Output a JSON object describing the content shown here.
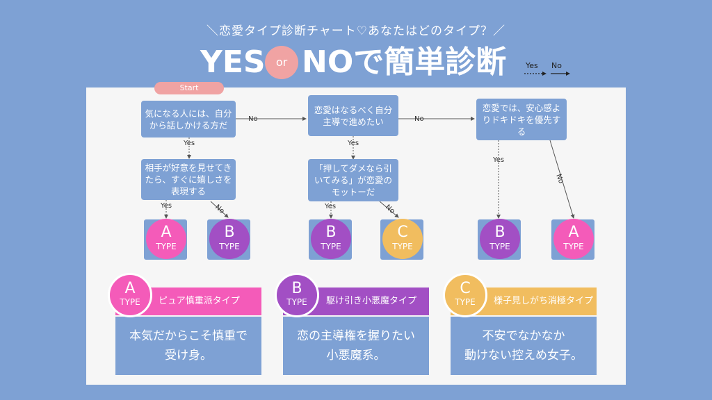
{
  "header": {
    "subtitle": "＼恋愛タイプ診断チャート♡あなたはどのタイプ？／",
    "title_yes": "YES",
    "title_or": "or",
    "title_rest": "NOで簡単診断"
  },
  "legend": {
    "yes": "Yes",
    "no": "No"
  },
  "start_label": "Start",
  "questions": {
    "q1": "気になる人には、自分から話しかける方だ",
    "q2": "相手が好意を見せてきたら、すぐに嬉しさを表現する",
    "q3": "恋愛はなるべく自分主導で進めたい",
    "q4": "「押してダメなら引いてみる」が恋愛のモットーだ",
    "q5": "恋愛では、安心感よりドキドキを優先する"
  },
  "arrow_labels": {
    "yes": "Yes",
    "no": "No"
  },
  "results": [
    {
      "letter": "A",
      "type": "TYPE",
      "color": "#f45bb9"
    },
    {
      "letter": "B",
      "type": "TYPE",
      "color": "#a24fc4"
    },
    {
      "letter": "B",
      "type": "TYPE",
      "color": "#a24fc4"
    },
    {
      "letter": "C",
      "type": "TYPE",
      "color": "#f1bd5f"
    },
    {
      "letter": "B",
      "type": "TYPE",
      "color": "#a24fc4"
    },
    {
      "letter": "A",
      "type": "TYPE",
      "color": "#f45bb9"
    }
  ],
  "cards": [
    {
      "letter": "A",
      "type": "TYPE",
      "name": "ピュア慎重派タイプ",
      "desc1": "本気だからこそ慎重で",
      "desc2": "受け身。",
      "color": "#f45bb9"
    },
    {
      "letter": "B",
      "type": "TYPE",
      "name": "駆け引き小悪魔タイプ",
      "desc1": "恋の主導権を握りたい",
      "desc2": "小悪魔系。",
      "color": "#a24fc4"
    },
    {
      "letter": "C",
      "type": "TYPE",
      "name": "様子見しがち消極タイプ",
      "desc1": "不安でなかなか",
      "desc2": "動けない控えめ女子。",
      "color": "#f1bd5f"
    }
  ]
}
